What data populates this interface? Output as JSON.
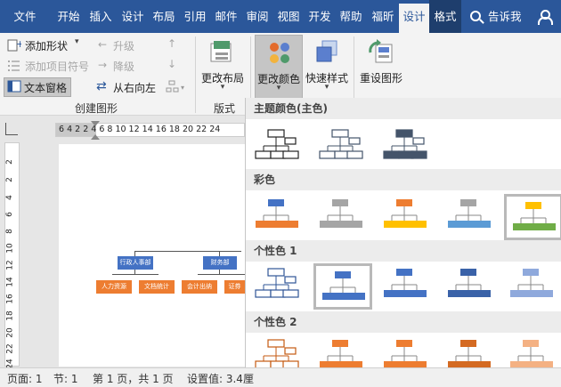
{
  "tabs": [
    {
      "label": "文件"
    },
    {
      "label": "开始"
    },
    {
      "label": "插入"
    },
    {
      "label": "设计"
    },
    {
      "label": "布局"
    },
    {
      "label": "引用"
    },
    {
      "label": "邮件"
    },
    {
      "label": "审阅"
    },
    {
      "label": "视图"
    },
    {
      "label": "开发"
    },
    {
      "label": "帮助"
    },
    {
      "label": "福昕"
    },
    {
      "label": "设计"
    },
    {
      "label": "格式"
    }
  ],
  "search": {
    "label": "告诉我"
  },
  "ribbon": {
    "create": {
      "add_shape": "添加形状",
      "add_bullet": "添加项目符号",
      "text_pane": "文本窗格",
      "promote": "升级",
      "demote": "降级",
      "rtl": "从右向左",
      "group_label": "创建图形"
    },
    "layout": {
      "button": "更改布局",
      "group_label": "版式"
    },
    "change_colors": {
      "button": "更改颜色"
    },
    "quick_styles": {
      "button": "快速样式"
    },
    "reset": {
      "button": "重设图形"
    }
  },
  "ruler": {
    "h_numbers": "6 4 2   2  4  6  8  10 12 14 16 18 20 22 24",
    "v_numbers": [
      "2",
      "2",
      "4",
      "6",
      "8",
      "10",
      "12",
      "14",
      "16",
      "18",
      "20",
      "22",
      "24"
    ]
  },
  "document": {
    "org": {
      "left_head": "行政人事部",
      "right_head": "财务部",
      "children": [
        "人力资源",
        "文档统计",
        "会计出纳",
        "证券"
      ]
    }
  },
  "gallery": {
    "sections": [
      {
        "title": "主题颜色(主色)",
        "styles": [
          {
            "c1": "#ffffff",
            "c2": "#ffffff",
            "outline": "#222222"
          },
          {
            "c1": "#ffffff",
            "c2": "#ffffff",
            "outline": "#44546a"
          },
          {
            "c1": "#44546a",
            "c2": "#44546a",
            "outline": "#44546a"
          }
        ]
      },
      {
        "title": "彩色",
        "styles": [
          {
            "c1": "#4472c4",
            "c2": "#ed7d31",
            "outline": "none"
          },
          {
            "c1": "#a5a5a5",
            "c2": "#a5a5a5",
            "outline": "none"
          },
          {
            "c1": "#ed7d31",
            "c2": "#ffc000",
            "outline": "none"
          },
          {
            "c1": "#a5a5a5",
            "c2": "#5b9bd5",
            "outline": "none"
          },
          {
            "c1": "#ffc000",
            "c2": "#70ad47",
            "outline": "none"
          }
        ]
      },
      {
        "title": "个性色 1",
        "styles": [
          {
            "c1": "#ffffff",
            "c2": "#ffffff",
            "outline": "#2f5597"
          },
          {
            "c1": "#4472c4",
            "c2": "#4472c4",
            "outline": "none"
          },
          {
            "c1": "#4472c4",
            "c2": "#4472c4",
            "outline": "none"
          },
          {
            "c1": "#3a62a8",
            "c2": "#3a62a8",
            "outline": "none"
          },
          {
            "c1": "#8fa9dc",
            "c2": "#8fa9dc",
            "outline": "none"
          }
        ]
      },
      {
        "title": "个性色 2",
        "styles": [
          {
            "c1": "#ffffff",
            "c2": "#ffffff",
            "outline": "#c55a11"
          },
          {
            "c1": "#ed7d31",
            "c2": "#ed7d31",
            "outline": "none"
          },
          {
            "c1": "#ed7d31",
            "c2": "#ed7d31",
            "outline": "none"
          },
          {
            "c1": "#d46a22",
            "c2": "#d46a22",
            "outline": "none"
          },
          {
            "c1": "#f4b183",
            "c2": "#f4b183",
            "outline": "none"
          }
        ]
      }
    ]
  },
  "status": {
    "page": "页面: 1",
    "section": "节: 1",
    "page_of": "第 1 页，共 1 页",
    "setting": "设置值: 3.4厘"
  },
  "colors": {
    "ribbon": "#2b579a",
    "accent_blue": "#4472c4",
    "accent_orange": "#ed7d31"
  }
}
